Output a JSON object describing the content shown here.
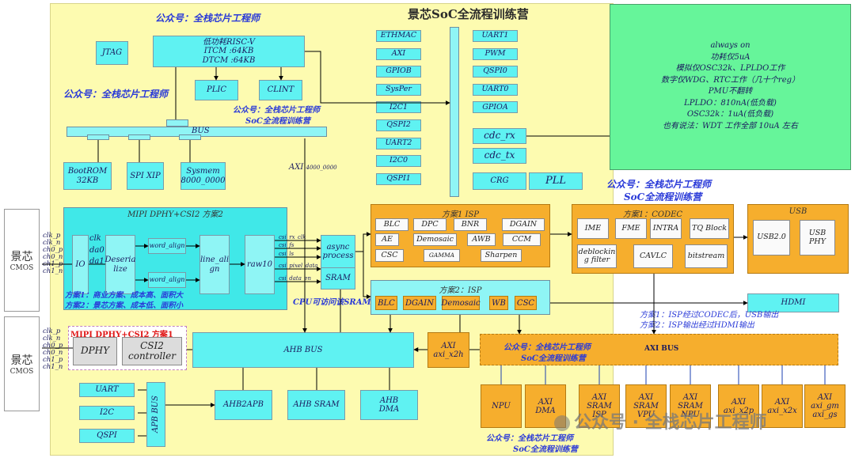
{
  "title": "景芯SoC全流程训练营",
  "watermark_top": "公众号：全栈芯片工程师",
  "watermark_left": "公众号：全栈芯片工程师",
  "watermark_mid1": "公众号：全栈芯片工程师",
  "watermark_mid2": "SoC全流程训练营",
  "watermark_isp1": "公众号：全栈芯片工程师",
  "watermark_isp2": "SoC全流程训练营",
  "watermark_axi1": "公众号：全栈芯片工程师",
  "watermark_axi2": "SoC全流程训练营",
  "watermark_bot1": "公众号：全栈芯片工程师",
  "watermark_bot2": "SoC全流程训练营",
  "logo_text": "公众号 · 全栈芯片工程师",
  "cpu": {
    "line1": "低功耗RISC-V",
    "line2": "ITCM :64KB",
    "line3": "DTCM :64KB"
  },
  "jtag": "JTAG",
  "plic": "PLIC",
  "clint": "CLINT",
  "bus": "BUS",
  "bootrom": {
    "line1": "BootROM",
    "line2": "32KB"
  },
  "spixip": "SPI XIP",
  "sysmem": {
    "line1": "Sysmem",
    "line2": "8000_0000"
  },
  "axi_label": "AXI",
  "axi_addr": "4000_0000",
  "periph_left": [
    "ETHMAC",
    "AXI",
    "GPIOB",
    "SysPer",
    "I2C1",
    "QSPI2",
    "UART2",
    "I2C0",
    "QSPI1"
  ],
  "periph_right": [
    "UART1",
    "PWM",
    "QSPI0",
    "UART0",
    "GPIOA"
  ],
  "cdc_rx": "cdc_rx",
  "cdc_tx": "cdc_tx",
  "crg": "CRG",
  "pll": "PLL",
  "always_on": {
    "lines": [
      "always on",
      "功耗仅5uA",
      "模拟仅OSC32k、LPLDO工作",
      "数字仅WDG、RTC工作（几十个reg）",
      "PMU不翻转",
      "LPLDO：810nA(低负载)",
      "OSC32k：1uA(低负载)",
      "也有说法：WDT 工作全部 10uA 左右"
    ]
  },
  "mipi": {
    "title": "MIPI DPHY+CSI2 方案2",
    "io": "IO",
    "pins_left": [
      "clk",
      "da0",
      "da1"
    ],
    "deser": "Deseria lize",
    "word_align": "word_align",
    "line_align": "line_ali gn",
    "raw10": "raw10",
    "note1": "方案1：商业方案、成本高、面积大",
    "note2": "方案2：景芯方案、成本低、面积小"
  },
  "sensor1": {
    "name": "景芯",
    "sub": "CMOS",
    "pins": [
      "clk_p",
      "clk_n",
      "ch0_p",
      "ch0_n",
      "ch1_p",
      "ch1_n"
    ]
  },
  "sensor2": {
    "name": "景芯",
    "sub": "CMOS",
    "pins": [
      "clk_p",
      "clk_n",
      "ch0_p",
      "ch0_n",
      "ch1_p",
      "ch1_n"
    ]
  },
  "csi_signals": [
    "csi_rx_clk",
    "csi_fs",
    "csi_ls",
    "csi_pixel_data",
    "csi_data_en"
  ],
  "async": "async process",
  "sram": "SRAM",
  "cpu_access": "CPU可访问该SRAM",
  "isp1": {
    "title": "方案1 ISP",
    "blocks": [
      "BLC",
      "DPC",
      "BNR",
      "DGAIN",
      "AE",
      "Demosaic",
      "AWB",
      "CCM",
      "CSC",
      "GAMMA",
      "Sharpen"
    ]
  },
  "codec": {
    "title": "方案1：CODEC",
    "blocks": [
      "IME",
      "FME",
      "INTRA",
      "TQ Block",
      "deblockin g filter",
      "CAVLC",
      "bitstream"
    ]
  },
  "usb": {
    "title": "USB",
    "usb2": "USB2.0",
    "phy": "USB PHY"
  },
  "isp2": {
    "title": "方案2：ISP",
    "blocks": [
      "BLC",
      "DGAIN",
      "Demosaic",
      "WB",
      "CSC"
    ]
  },
  "hdmi": "HDMI",
  "plan_note1": "方案1：ISP经过CODEC后，USB输出",
  "plan_note2": "方案2：ISP输出经过HDMI输出",
  "mipi_plan1": {
    "title": "MIPI DPHY+CSI2 方案1",
    "dphy": "DPHY",
    "csi2": "CSI2 controller"
  },
  "ahb_bus": "AHB BUS",
  "axi_x2h": {
    "line1": "AXI",
    "line2": "axi_x2h"
  },
  "axi_bus": "AXI BUS",
  "apb_bus": "APB BUS",
  "apb_periph": [
    "UART",
    "I2C",
    "QSPI"
  ],
  "ahb2apb": "AHB2APB",
  "ahb_sram": "AHB SRAM",
  "ahb_dma": {
    "line1": "AHB",
    "line2": "DMA"
  },
  "axi_masters": [
    {
      "line1": "NPU",
      "line2": ""
    },
    {
      "line1": "AXI",
      "line2": "DMA"
    },
    {
      "line1": "AXI",
      "line2": "SRAM",
      "line3": "ISP"
    },
    {
      "line1": "AXI",
      "line2": "SRAM",
      "line3": "VPU"
    },
    {
      "line1": "AXI",
      "line2": "SRAM",
      "line3": "NPU"
    },
    {
      "line1": "AXI",
      "line2": "axi_x2p"
    },
    {
      "line1": "AXI",
      "line2": "axi_x2x"
    },
    {
      "line1": "AXI",
      "line2": "axi_gm",
      "line3": "axi_gs"
    }
  ]
}
